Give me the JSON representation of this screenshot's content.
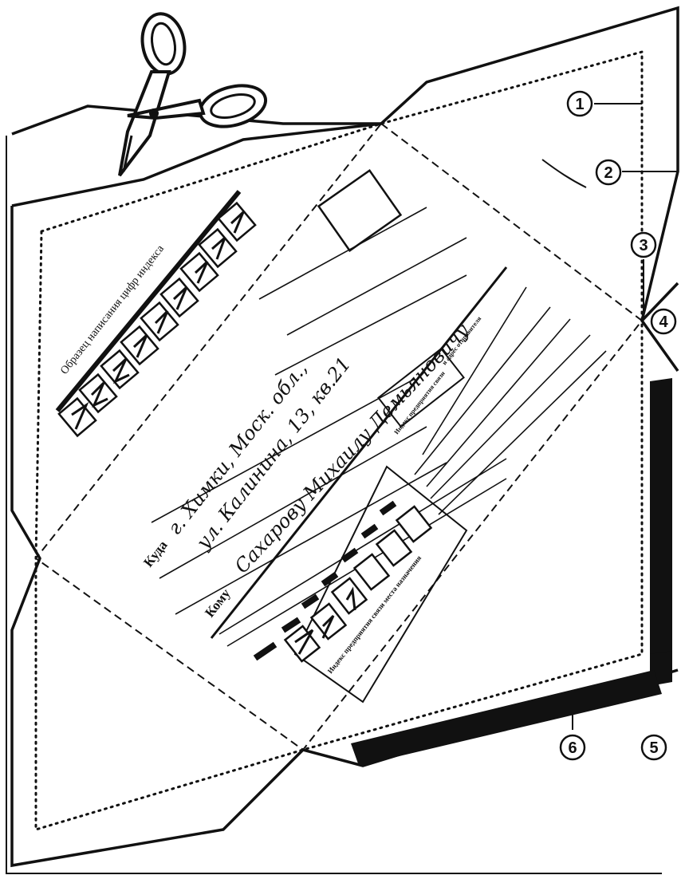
{
  "index_sample": {
    "title": "Образец написания цифр индекса"
  },
  "address": {
    "to_where_label": "Куда",
    "to_where_line1": "г. Химки, Моск. обл.,",
    "to_where_line2": "ул. Калинина, 13, кв.21",
    "to_whom_label": "Кому",
    "to_whom_value": "Сахарову Михаилу Демьяновичу"
  },
  "sender_box": {
    "index_label": "Индекс предприятия связи",
    "address_label": "и адрес отправителя"
  },
  "destination_index": {
    "label": "Индекс предприятия связи места назначения"
  },
  "callouts": [
    "1",
    "2",
    "3",
    "4",
    "5",
    "6"
  ],
  "colors": {
    "ink": "#111111",
    "paper": "#ffffff"
  }
}
